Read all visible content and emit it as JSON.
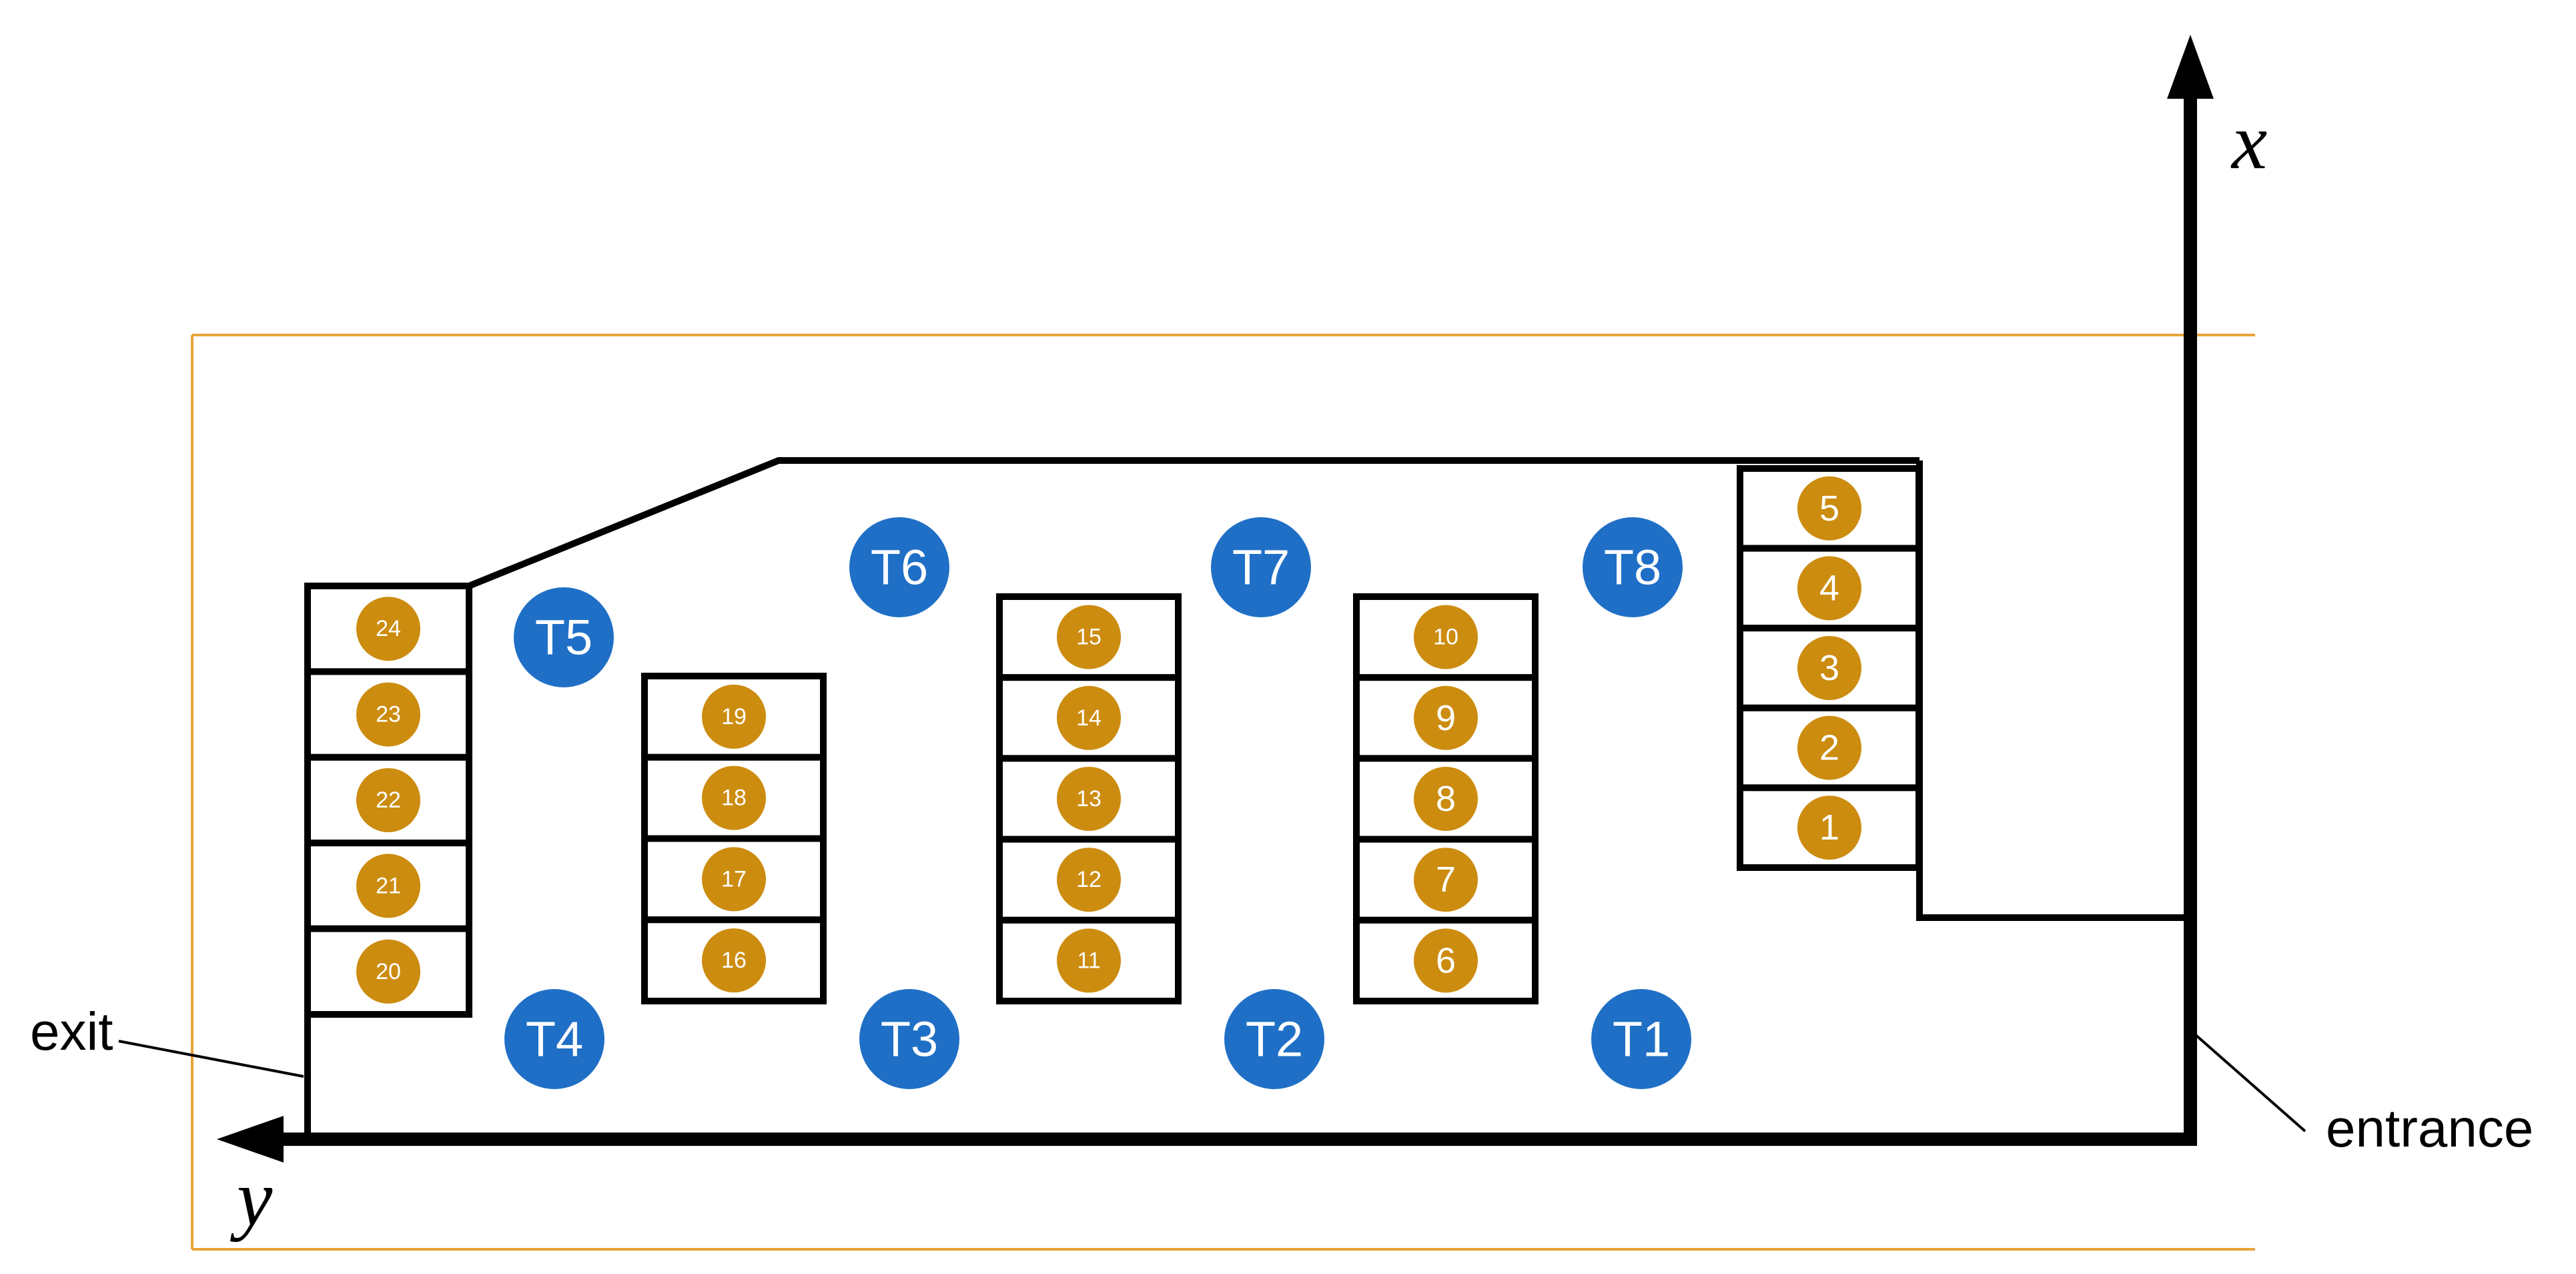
{
  "axes": {
    "x_label": "x",
    "y_label": "y"
  },
  "annotations": {
    "exit": "exit",
    "entrance": "entrance"
  },
  "colors": {
    "frame": "#e8a33a",
    "wall": "#000000",
    "slot": "#cc8c0f",
    "slot_text": "#ffffff",
    "station": "#1f6fc6",
    "station_text": "#ffffff"
  },
  "stations": [
    "T1",
    "T2",
    "T3",
    "T4",
    "T5",
    "T6",
    "T7",
    "T8"
  ],
  "racks": [
    {
      "id": "rack-a",
      "slots": [
        "5",
        "4",
        "3",
        "2",
        "1"
      ]
    },
    {
      "id": "rack-b",
      "slots": [
        "10",
        "9",
        "8",
        "7",
        "6"
      ]
    },
    {
      "id": "rack-c",
      "slots": [
        "15",
        "14",
        "13",
        "12",
        "11"
      ]
    },
    {
      "id": "rack-d",
      "slots": [
        "19",
        "18",
        "17",
        "16"
      ]
    },
    {
      "id": "rack-e",
      "slots": [
        "24",
        "23",
        "22",
        "21",
        "20"
      ]
    }
  ]
}
